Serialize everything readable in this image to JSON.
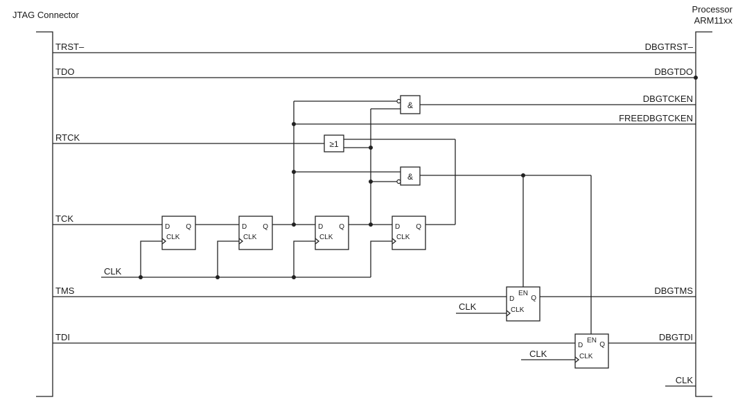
{
  "headers": {
    "left": "JTAG Connector",
    "right_line1": "Processor",
    "right_line2": "ARM11xx"
  },
  "left_signals": {
    "trst": "TRST–",
    "tdo": "TDO",
    "rtck": "RTCK",
    "tck": "TCK",
    "tms": "TMS",
    "tdi": "TDI"
  },
  "right_signals": {
    "dbgtrst": "DBGTRST–",
    "dbgtdo": "DBGTDO",
    "dbgtcken": "DBGTCKEN",
    "freedbgtcken": "FREEDBGTCKEN",
    "dbgtms": "DBGTMS",
    "dbgtdi": "DBGTDI",
    "clk": "CLK"
  },
  "clock_labels": {
    "clk_ff_chain": "CLK",
    "clk_tms": "CLK",
    "clk_tdi": "CLK"
  },
  "gates": {
    "and_top": "&",
    "or": "≥1",
    "and_mid": "&"
  },
  "flipflop_pins": {
    "d": "D",
    "q": "Q",
    "clk": "CLK",
    "en": "EN"
  }
}
